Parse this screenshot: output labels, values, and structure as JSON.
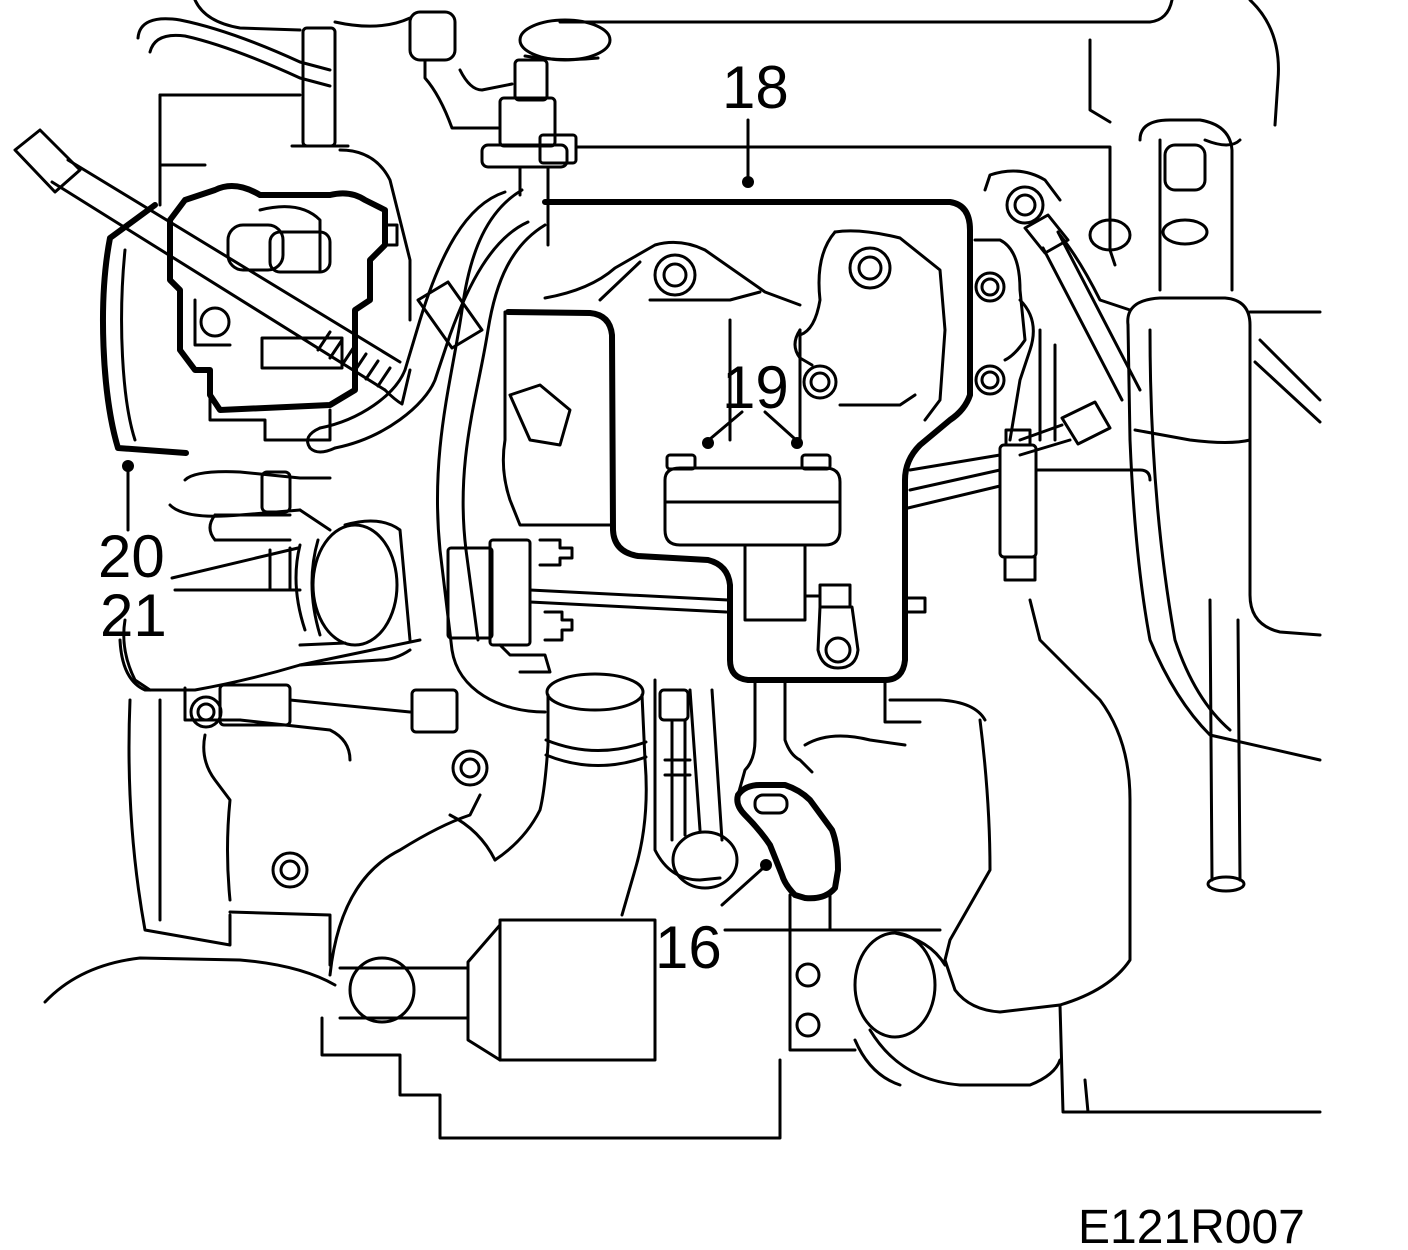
{
  "diagram": {
    "callouts": [
      {
        "id": "callout-18",
        "label": "18"
      },
      {
        "id": "callout-19",
        "label": "19"
      },
      {
        "id": "callout-20",
        "label": "20"
      },
      {
        "id": "callout-21",
        "label": "21"
      },
      {
        "id": "callout-16",
        "label": "16"
      }
    ],
    "figure_code": "E121R007",
    "colors": {
      "line": "#000000",
      "background": "#ffffff"
    }
  }
}
